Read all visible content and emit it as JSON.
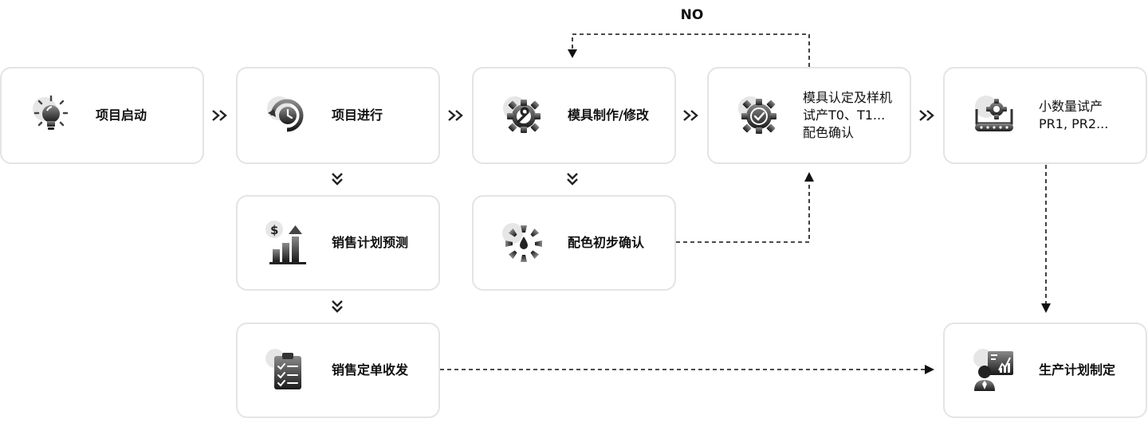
{
  "nodes": {
    "start": "项目启动",
    "progress": "项目进行",
    "mold": "模具制作/修改",
    "sample": "模具认定及样机\n试产T0、T1...\n配色确认",
    "trial": "小数量试产\nPR1, PR2...",
    "forecast": "销售计划预测",
    "color": "配色初步确认",
    "orders": "销售定单收发",
    "plan": "生产计划制定"
  },
  "labels": {
    "no": "NO"
  },
  "icons": [
    "lightbulb-icon",
    "clock-refresh-icon",
    "gear-wrench-icon",
    "gear-check-icon",
    "conveyor-gear-icon",
    "dollar-chart-icon",
    "color-wheel-drop-icon",
    "clipboard-checklist-icon",
    "person-dashboard-icon"
  ]
}
